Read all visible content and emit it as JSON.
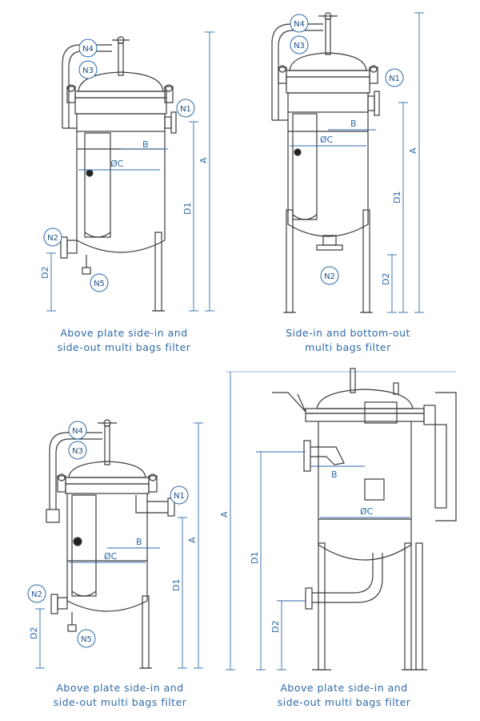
{
  "colors": {
    "line": "#3b3b3b",
    "dimension": "#2e6aa8",
    "bubble": "#1f4f86"
  },
  "panels": [
    {
      "caption_line1": "Above plate side-in and",
      "caption_line2": "side-out multi bags filter",
      "labels": {
        "n1": "N1",
        "n2": "N2",
        "n3": "N3",
        "n4": "N4",
        "n5": "N5",
        "a": "A",
        "b": "B",
        "c": "ØC",
        "d1": "D1",
        "d2": "D2"
      }
    },
    {
      "caption_line1": "Side-in and bottom-out",
      "caption_line2": "multi bags filter",
      "labels": {
        "n1": "N1",
        "n2": "N2",
        "n3": "N3",
        "n4": "N4",
        "a": "A",
        "b": "B",
        "c": "ØC",
        "d1": "D1",
        "d2": "D2"
      }
    },
    {
      "caption_line1": "Above plate side-in and",
      "caption_line2": "side-out multi bags filter",
      "labels": {
        "n1": "N1",
        "n2": "N2",
        "n3": "N3",
        "n4": "N4",
        "n5": "N5",
        "a": "A",
        "b": "B",
        "c": "ØC",
        "d1": "D1",
        "d2": "D2"
      }
    },
    {
      "caption_line1": "Above plate side-in and",
      "caption_line2": "side-out multi bags filter",
      "labels": {
        "a": "A",
        "b": "B",
        "c": "ØC",
        "d1": "D1",
        "d2": "D2"
      }
    }
  ]
}
